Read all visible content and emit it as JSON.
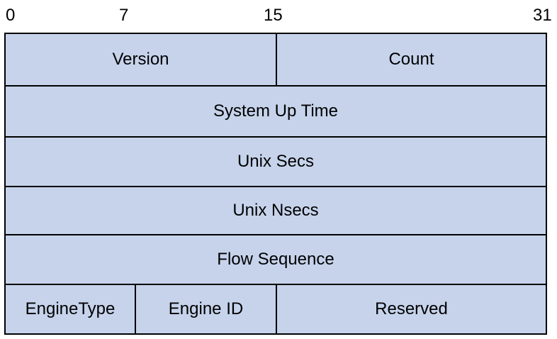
{
  "bit_positions": [
    "0",
    "7",
    "15",
    "31"
  ],
  "rows": [
    {
      "fields": [
        "Version",
        "Count"
      ]
    },
    {
      "fields": [
        "System Up Time"
      ]
    },
    {
      "fields": [
        "Unix Secs"
      ]
    },
    {
      "fields": [
        "Unix Nsecs"
      ]
    },
    {
      "fields": [
        "Flow Sequence"
      ]
    },
    {
      "fields": [
        "EngineType",
        "Engine ID",
        "Reserved"
      ]
    }
  ],
  "colors": {
    "field_fill": "#c6d3eb",
    "border": "#000000",
    "text": "#000000"
  }
}
